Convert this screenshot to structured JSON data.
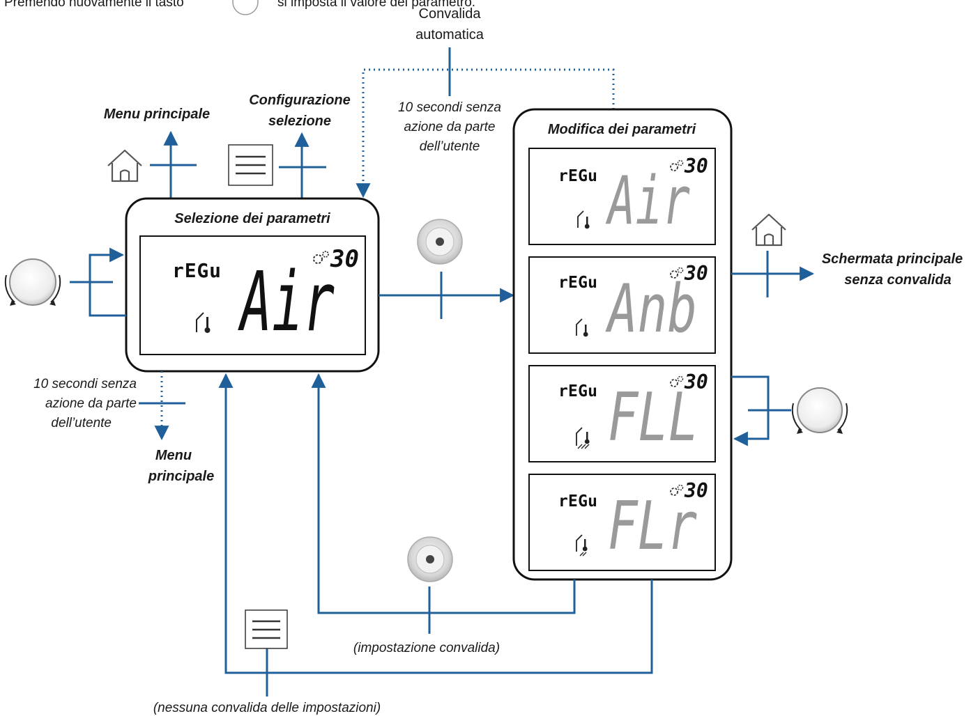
{
  "header_note": {
    "before": "Premendo nuovamente il tasto",
    "after": "si imposta il valore del parametro."
  },
  "labels": {
    "auto_validate": [
      "Convalida",
      "automatica"
    ],
    "timeout_top": [
      "10 secondi senza",
      "azione da parte",
      "dell’utente"
    ],
    "menu_top": "Menu principale",
    "config_selection": [
      "Configurazione",
      "selezione"
    ],
    "timeout_left": [
      "10 secondi senza",
      "azione da parte",
      "dell’utente"
    ],
    "menu_bottom": [
      "Menu",
      "principale"
    ],
    "main_screen": [
      "Schermata principale",
      "senza convalida"
    ],
    "validated": "(impostazione convalida)",
    "not_validated": "(nessuna convalida delle impostazioni)"
  },
  "selection_panel": {
    "title": "Selezione dei parametri",
    "mode": "rEGu",
    "value": "Air",
    "setpoint": "30"
  },
  "edit_panel": {
    "title": "Modifica dei parametri",
    "screens": [
      {
        "mode": "rEGu",
        "value": "Air",
        "setpoint": "30"
      },
      {
        "mode": "rEGu",
        "value": "Anb",
        "setpoint": "30"
      },
      {
        "mode": "rEGu",
        "value": "FLL",
        "setpoint": "30"
      },
      {
        "mode": "rEGu",
        "value": "FLr",
        "setpoint": "30"
      }
    ]
  },
  "icons": [
    "home-icon",
    "menu-icon",
    "ok-button-icon",
    "rotary-knob-icon",
    "thermometer-icon",
    "settings-icon"
  ],
  "colors": {
    "arrow": "#1f5f9a",
    "lcd_active": "#111111",
    "lcd_inactive": "#9a9a9a"
  }
}
